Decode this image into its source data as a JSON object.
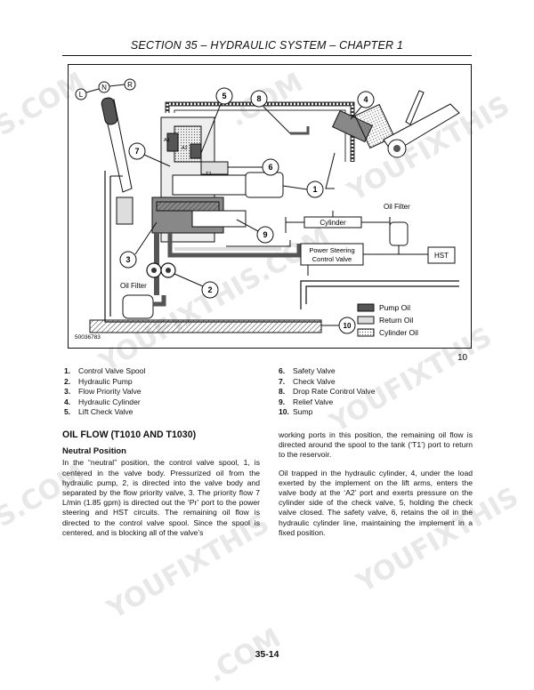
{
  "header": {
    "title": "SECTION 35 – HYDRAULIC SYSTEM – CHAPTER 1"
  },
  "figure": {
    "figure_number": "10",
    "image_code": "50036783",
    "lever_positions": [
      "L",
      "N",
      "R"
    ],
    "callouts": [
      "1",
      "2",
      "3",
      "4",
      "5",
      "6",
      "7",
      "8",
      "9",
      "10"
    ],
    "port_labels": {
      "a1": "A1",
      "a2": "A2",
      "t2": "T2"
    },
    "labels": {
      "oil_filter_right": "Oil Filter",
      "oil_filter_left": "Oil Filter",
      "cylinder": "Cylinder",
      "power_steering_1": "Power Steering",
      "power_steering_2": "Control Valve",
      "hst": "HST"
    },
    "key": [
      {
        "label": "Pump Oil",
        "color": "#555555"
      },
      {
        "label": "Return Oil",
        "color": "#dddddd"
      },
      {
        "label": "Cylinder Oil",
        "color": "#bbbbbb"
      }
    ]
  },
  "legend": {
    "left": [
      {
        "num": "1.",
        "text": "Control Valve Spool"
      },
      {
        "num": "2.",
        "text": "Hydraulic Pump"
      },
      {
        "num": "3.",
        "text": "Flow Priority Valve"
      },
      {
        "num": "4.",
        "text": "Hydraulic Cylinder"
      },
      {
        "num": "5.",
        "text": "Lift Check Valve"
      }
    ],
    "right": [
      {
        "num": "6.",
        "text": "Safety Valve"
      },
      {
        "num": "7.",
        "text": "Check Valve"
      },
      {
        "num": "8.",
        "text": "Drop Rate Control Valve"
      },
      {
        "num": "9.",
        "text": "Relief Valve"
      },
      {
        "num": "10.",
        "text": "Sump"
      }
    ]
  },
  "body": {
    "heading": "OIL FLOW (T1010 AND T1030)",
    "subheading": "Neutral Position",
    "para_left": "In the “neutral” position, the control valve spool, 1, is centered in the valve body. Pressurized oil from the hydraulic pump, 2, is directed into the valve body and separated by the flow priority valve, 3. The priority flow 7 L/min (1.85 gpm) is directed out the ‘Pr’ port to the power steering and HST circuits. The remaining oil flow is directed to the control valve spool. Since the spool is centered, and is blocking all of the valve’s",
    "para_right_1": "working ports in this position, the remaining oil flow is directed around the spool to the tank (‘T1’) port to return to the reservoir.",
    "para_right_2": "Oil trapped in the hydraulic cylinder, 4, under the load exerted by the implement on the lift arms, enters the valve body at the ‘A2’ port and exerts pressure on the cylinder side of the check valve, 5, holding the check valve closed. The safety valve, 6, retains the oil in the hydraulic cylinder line, maintaining the implement in a fixed position."
  },
  "page_number": "35-14",
  "watermarks": [
    "S.COM",
    "YOUFIXTHIS",
    ".COM",
    "YOUFIXTHIS.COM",
    "YOUFIXTHIS",
    "S.COM",
    "YOUFIXTHIS",
    "YOUFIXTHIS",
    ".COM"
  ]
}
